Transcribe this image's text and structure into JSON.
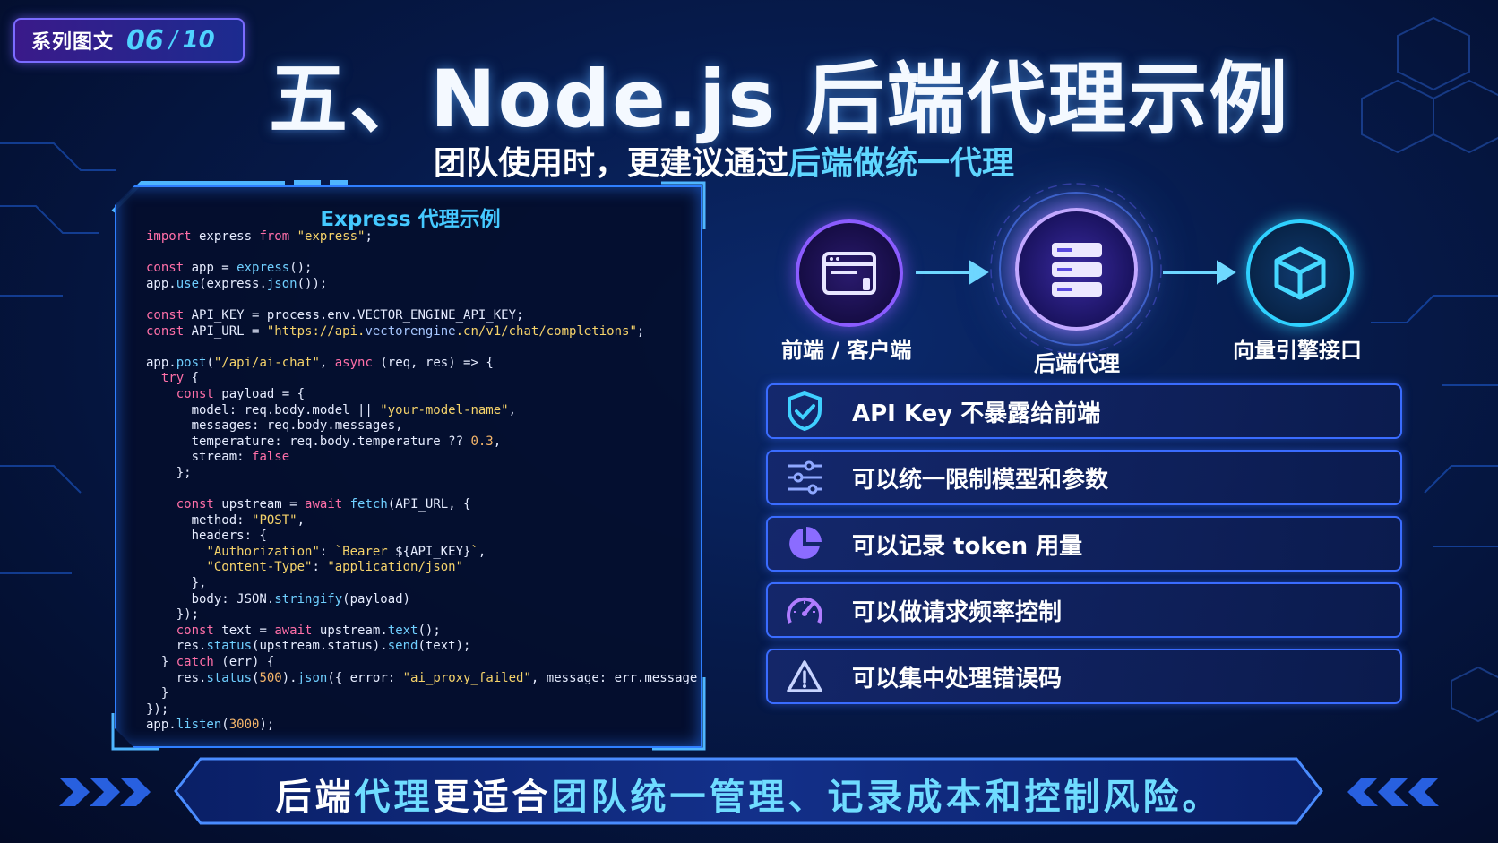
{
  "badge": {
    "label": "系列图文",
    "current": "06",
    "separator": "/",
    "total": "10"
  },
  "title": "五、Node.js 后端代理示例",
  "subtitle": {
    "part1": "团队使用时，更建议通过",
    "accent": "后端做统一代理"
  },
  "code_panel": {
    "title": "Express 代理示例"
  },
  "flow": {
    "nodes": [
      {
        "label": "前端 / 客户端",
        "icon": "browser-window-icon"
      },
      {
        "label": "后端代理",
        "icon": "server-stack-icon"
      },
      {
        "label": "向量引擎接口",
        "icon": "cube-icon"
      }
    ]
  },
  "features": [
    {
      "text": "API Key 不暴露给前端",
      "icon": "shield-check-icon"
    },
    {
      "text": "可以统一限制模型和参数",
      "icon": "sliders-icon"
    },
    {
      "text": "可以记录 token 用量",
      "icon": "pie-chart-icon"
    },
    {
      "text": "可以做请求频率控制",
      "icon": "speedometer-icon"
    },
    {
      "text": "可以集中处理错误码",
      "icon": "warning-triangle-icon"
    }
  ],
  "banner": {
    "part1": "后端",
    "part2": "代理",
    "part3": "更适合",
    "part4": "团队统一管理、记录成本和控制风险。"
  },
  "colors": {
    "accent": "#5fd6ff",
    "purple": "#8b5cff",
    "border": "#3a6cff"
  }
}
